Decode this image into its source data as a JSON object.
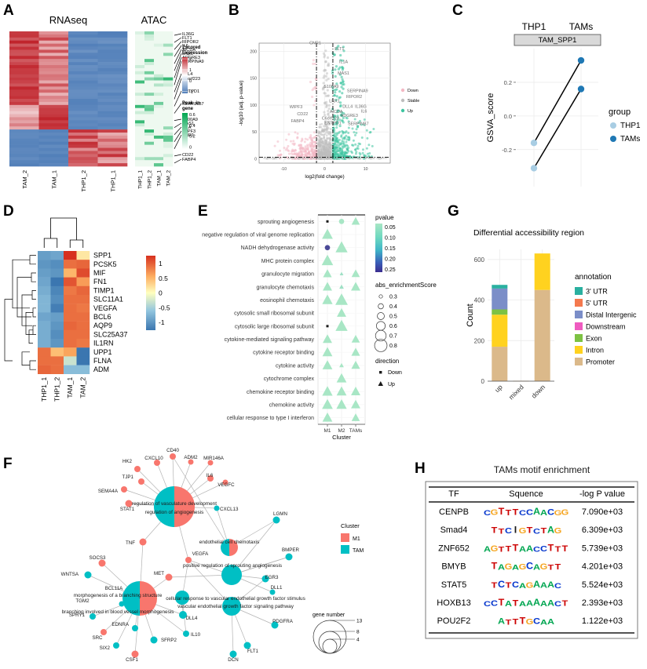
{
  "figure": {
    "panels": [
      "A",
      "B",
      "C",
      "D",
      "E",
      "F",
      "G",
      "H"
    ]
  },
  "panelA": {
    "label": "A",
    "title_rnaseq": "RNAseq",
    "title_atac": "ATAC",
    "rnaseq_columns": [
      "TAM_2",
      "TAM_1",
      "THP1_2",
      "THP1_1"
    ],
    "atac_columns": [
      "THP1_1",
      "THP1_2",
      "TAM_1",
      "TAM_2"
    ],
    "gene_labels": [
      "IL36G",
      "FLT1",
      "RIPOR2",
      "IL6",
      "AICDA",
      "LNX1",
      "ADGRE3",
      "SERPINA9",
      "DLL4",
      "C6orf223",
      "ENTPD1",
      "SERPINB7",
      "S100A9",
      "MAS1",
      "IL1A",
      "WIPF3",
      "CNR1",
      "CD22",
      "FABP4"
    ],
    "legend1_title_l1": "Zscored",
    "legend1_title_l2": "Expression",
    "legend1_ticks": [
      "2",
      "1",
      "0",
      "-1"
    ],
    "legend2_title_l1": "Peak_in",
    "legend2_title_l2": "gene",
    "legend2_ticks": [
      "0.6",
      "0.4",
      "0.2",
      "0"
    ],
    "colors": {
      "high": "#c0242c",
      "mid": "#ffffff",
      "low": "#4878b5",
      "peak_high": "#00a651",
      "peak_low": "#f2faf2"
    }
  },
  "panelB": {
    "label": "B",
    "xlabel": "log2(fold change)",
    "ylabel": "-log10 (adj. p-value)",
    "xticks": [
      "-10",
      "0",
      "10"
    ],
    "yticks": [
      "0",
      "50",
      "100",
      "150",
      "200"
    ],
    "legend_title": "",
    "legend_items": [
      "Down",
      "Stable",
      "Up"
    ],
    "colors": {
      "down": "#f3b8c4",
      "stable": "#bdbdbd",
      "up": "#3ec4a0"
    },
    "gene_labels_left": [
      "CNR1",
      "WIPF3",
      "CD22",
      "FABP4"
    ],
    "gene_labels_right": [
      "FLT1",
      "IL1A",
      "MAS1",
      "S100A9",
      "SERPINA9",
      "RIPOR2",
      "LNX1",
      "DLL4",
      "IL36G",
      "IL6",
      "AICDA",
      "ADGRE3",
      "C6orf223",
      "ENTPD1",
      "SERPINB7"
    ]
  },
  "panelC": {
    "label": "C",
    "group_headers": [
      "THP1",
      "TAMs"
    ],
    "facet_label": "TAM_SPP1",
    "ylabel": "GSVA_score",
    "yticks": [
      "0.2",
      "0.0",
      "-0.2"
    ],
    "legend_title": "group",
    "legend_items": [
      "THP1",
      "TAMs"
    ],
    "colors": {
      "thp1": "#a8cde3",
      "tams": "#1f78b4"
    },
    "points": [
      {
        "group": "THP1",
        "value": -0.16
      },
      {
        "group": "THP1",
        "value": -0.31
      },
      {
        "group": "TAMs",
        "value": 0.33
      },
      {
        "group": "TAMs",
        "value": 0.16
      }
    ]
  },
  "panelD": {
    "label": "D",
    "columns": [
      "THP1_1",
      "THP1_2",
      "TAM_1",
      "TAM_2"
    ],
    "rows": [
      "SPP1",
      "PCSK5",
      "MIF",
      "FN1",
      "TIMP1",
      "SLC11A1",
      "VEGFA",
      "BCL6",
      "AQP9",
      "SLC25A37",
      "IL1RN",
      "UPP1",
      "FLNA",
      "ADM"
    ],
    "legend_ticks": [
      "1",
      "0.5",
      "0",
      "-0.5",
      "-1"
    ],
    "matrix": [
      [
        -0.75,
        -0.7,
        1.35,
        0.15
      ],
      [
        -0.8,
        -0.85,
        0.85,
        0.9
      ],
      [
        -0.75,
        -0.8,
        0.45,
        1.05
      ],
      [
        -0.7,
        -1.0,
        1.0,
        0.6
      ],
      [
        -0.65,
        -0.9,
        0.8,
        0.9
      ],
      [
        -0.6,
        -0.85,
        0.85,
        0.85
      ],
      [
        -0.6,
        -0.95,
        0.85,
        0.8
      ],
      [
        -0.7,
        -0.75,
        0.85,
        0.85
      ],
      [
        -0.65,
        -0.8,
        0.9,
        0.85
      ],
      [
        -0.65,
        -0.85,
        0.85,
        0.85
      ],
      [
        -0.65,
        -0.8,
        0.85,
        0.8
      ],
      [
        0.85,
        0.4,
        0.55,
        -1.0
      ],
      [
        0.85,
        0.85,
        -0.25,
        -1.0
      ],
      [
        0.9,
        0.85,
        -0.55,
        -0.55
      ]
    ]
  },
  "panelE": {
    "label": "E",
    "xlabel": "Cluster",
    "xticks": [
      "M1",
      "M2",
      "TAMs"
    ],
    "terms": [
      "sprouting angiogenesis",
      "negative regulation of viral genome replication",
      "NADH dehydrogenase activity",
      "MHC protein complex",
      "granulocyte migration",
      "granulocyte chemotaxis",
      "eosinophil chemotaxis",
      "cytosolic small ribosomal subunit",
      "cytosolic large ribosomal subunit",
      "cytokine-mediated signaling pathway",
      "cytokine receptor binding",
      "cytokine activity",
      "cytochrome complex",
      "chemokine receptor binding",
      "chemokine activity",
      "cellular response to type I interferon"
    ],
    "legend_pvalue_title": "pvalue",
    "legend_pvalue_ticks": [
      "0.05",
      "0.10",
      "0.15",
      "0.20",
      "0.25"
    ],
    "legend_size_title": "abs_enrichmentScore",
    "legend_size_ticks": [
      "0.3",
      "0.4",
      "0.5",
      "0.6",
      "0.7",
      "0.8"
    ],
    "legend_dir_title": "direction",
    "legend_dir_items": [
      "Down",
      "Up"
    ],
    "dots": [
      {
        "term": 0,
        "x": 0,
        "size": 0.3,
        "p": 0.05,
        "dir": "Down"
      },
      {
        "term": 0,
        "x": 1,
        "size": 0.42,
        "p": 0.06,
        "dir": "Down"
      },
      {
        "term": 0,
        "x": 2,
        "size": 0.5,
        "p": 0.05,
        "dir": "Up"
      },
      {
        "term": 1,
        "x": 0,
        "size": 0.62,
        "p": 0.05,
        "dir": "Up"
      },
      {
        "term": 2,
        "x": 0,
        "size": 0.42,
        "p": 0.22,
        "dir": "Down"
      },
      {
        "term": 2,
        "x": 1,
        "size": 0.68,
        "p": 0.05,
        "dir": "Up"
      },
      {
        "term": 3,
        "x": 0,
        "size": 0.65,
        "p": 0.05,
        "dir": "Up"
      },
      {
        "term": 4,
        "x": 0,
        "size": 0.52,
        "p": 0.05,
        "dir": "Up"
      },
      {
        "term": 4,
        "x": 1,
        "size": 0.28,
        "p": 0.07,
        "dir": "Up"
      },
      {
        "term": 4,
        "x": 2,
        "size": 0.5,
        "p": 0.05,
        "dir": "Up"
      },
      {
        "term": 5,
        "x": 0,
        "size": 0.55,
        "p": 0.05,
        "dir": "Up"
      },
      {
        "term": 5,
        "x": 1,
        "size": 0.32,
        "p": 0.07,
        "dir": "Up"
      },
      {
        "term": 5,
        "x": 2,
        "size": 0.55,
        "p": 0.05,
        "dir": "Up"
      },
      {
        "term": 6,
        "x": 0,
        "size": 0.6,
        "p": 0.05,
        "dir": "Up"
      },
      {
        "term": 6,
        "x": 1,
        "size": 0.7,
        "p": 0.05,
        "dir": "Up"
      },
      {
        "term": 7,
        "x": 1,
        "size": 0.55,
        "p": 0.05,
        "dir": "Up"
      },
      {
        "term": 8,
        "x": 0,
        "size": 0.33,
        "p": 0.08,
        "dir": "Down"
      },
      {
        "term": 8,
        "x": 1,
        "size": 0.68,
        "p": 0.05,
        "dir": "Up"
      },
      {
        "term": 9,
        "x": 0,
        "size": 0.55,
        "p": 0.05,
        "dir": "Up"
      },
      {
        "term": 9,
        "x": 2,
        "size": 0.5,
        "p": 0.05,
        "dir": "Up"
      },
      {
        "term": 10,
        "x": 0,
        "size": 0.58,
        "p": 0.05,
        "dir": "Up"
      },
      {
        "term": 10,
        "x": 2,
        "size": 0.52,
        "p": 0.05,
        "dir": "Up"
      },
      {
        "term": 11,
        "x": 0,
        "size": 0.58,
        "p": 0.05,
        "dir": "Up"
      },
      {
        "term": 11,
        "x": 1,
        "size": 0.32,
        "p": 0.06,
        "dir": "Up"
      },
      {
        "term": 11,
        "x": 2,
        "size": 0.52,
        "p": 0.05,
        "dir": "Up"
      },
      {
        "term": 12,
        "x": 1,
        "size": 0.58,
        "p": 0.05,
        "dir": "Up"
      },
      {
        "term": 13,
        "x": 0,
        "size": 0.6,
        "p": 0.05,
        "dir": "Up"
      },
      {
        "term": 13,
        "x": 1,
        "size": 0.58,
        "p": 0.05,
        "dir": "Up"
      },
      {
        "term": 13,
        "x": 2,
        "size": 0.55,
        "p": 0.05,
        "dir": "Up"
      },
      {
        "term": 14,
        "x": 0,
        "size": 0.62,
        "p": 0.05,
        "dir": "Up"
      },
      {
        "term": 14,
        "x": 1,
        "size": 0.6,
        "p": 0.05,
        "dir": "Up"
      },
      {
        "term": 14,
        "x": 2,
        "size": 0.55,
        "p": 0.05,
        "dir": "Up"
      },
      {
        "term": 15,
        "x": 0,
        "size": 0.58,
        "p": 0.05,
        "dir": "Up"
      },
      {
        "term": 15,
        "x": 2,
        "size": 0.5,
        "p": 0.05,
        "dir": "Up"
      }
    ]
  },
  "panelF": {
    "label": "F",
    "legend_title": "Cluster",
    "legend_items": [
      "M1",
      "TAM"
    ],
    "colors": {
      "m1": "#f8766d",
      "tam": "#00bfc4"
    },
    "size_legend_title": "gene number",
    "size_legend_ticks": [
      "13",
      "8",
      "4"
    ],
    "hub_terms": [
      "regulation of vasculature development",
      "regulation of angiogenesis",
      "endothelial cell chemotaxis",
      "positive regulation of sprouting angiogenesis",
      "morphogenesis of a branching structure",
      "branching involved in blood vessel morphogenesis",
      "cellular response to vascular endothelial growth factor stimulus",
      "vascular endothelial growth factor signaling pathway"
    ],
    "genes": [
      "HK2",
      "CXCL10",
      "CD40",
      "ADM2",
      "MIR146A",
      "IL6",
      "VEGFC",
      "TJP1",
      "SEMA4A",
      "STAT1",
      "CXCL13",
      "LGMN",
      "TNF",
      "VEGFA",
      "BMPER",
      "SOCS3",
      "WNT5A",
      "MET",
      "EGR3",
      "BCL11A",
      "TGM2",
      "DLL1",
      "SPRY1",
      "DLL4",
      "PDGFRA",
      "SRC",
      "EDNRA",
      "IL10",
      "SIX2",
      "SFRP2",
      "FLT1",
      "CSF1",
      "DCN"
    ]
  },
  "panelG": {
    "label": "G",
    "title": "Differential accessibility region",
    "ylabel": "Count",
    "yticks": [
      "0",
      "200",
      "400",
      "600"
    ],
    "xticks": [
      "up",
      "mixed",
      "down"
    ],
    "legend_title": "annotation",
    "legend_items": [
      "3' UTR",
      "5' UTR",
      "Distal Intergenic",
      "Downstream",
      "Exon",
      "Intron",
      "Promoter"
    ],
    "colors": {
      "3' UTR": "#2ab0a0",
      "5' UTR": "#f4794e",
      "Distal Intergenic": "#7b8ec8",
      "Downstream": "#ef5bc0",
      "Exon": "#7dc243",
      "Intron": "#ffd21f",
      "Promoter": "#dbb98a"
    },
    "chart_data": {
      "type": "bar",
      "title": "Differential accessibility region",
      "xlabel": "",
      "ylabel": "Count",
      "ylim": [
        0,
        650
      ],
      "categories": [
        "up",
        "mixed",
        "down"
      ],
      "stack_order": [
        "Promoter",
        "Intron",
        "Exon",
        "Distal Intergenic",
        "5' UTR",
        "3' UTR"
      ],
      "series": [
        {
          "name": "Promoter",
          "values": [
            170,
            2,
            450
          ]
        },
        {
          "name": "Intron",
          "values": [
            158,
            0,
            180
          ]
        },
        {
          "name": "Exon",
          "values": [
            26,
            0,
            0
          ]
        },
        {
          "name": "Distal Intergenic",
          "values": [
            103,
            0,
            0
          ]
        },
        {
          "name": "5' UTR",
          "values": [
            0,
            0,
            0
          ]
        },
        {
          "name": "3' UTR",
          "values": [
            18,
            0,
            0
          ]
        }
      ],
      "totals": [
        475,
        2,
        630
      ]
    }
  },
  "panelH": {
    "label": "H",
    "title": "TAMs motif enrichment",
    "columns": [
      "TF",
      "Squence",
      "-log P value"
    ],
    "rows": [
      {
        "tf": "CENPB",
        "sequence": "CGTTTCCAACGG",
        "pvalue": "7.090e+03"
      },
      {
        "tf": "Smad4",
        "sequence": "TTCIGTCTAG",
        "pvalue": "6.309e+03"
      },
      {
        "tf": "ZNF652",
        "sequence": "AGTTTAACCTTT",
        "pvalue": "5.739e+03"
      },
      {
        "tf": "BMYB",
        "sequence": "TAGAGCAGTT",
        "pvalue": "4.201e+03"
      },
      {
        "tf": "STAT5",
        "sequence": "TCTCAGAAAC",
        "pvalue": "5.524e+03"
      },
      {
        "tf": "HOXB13",
        "sequence": "CCTATAAAAACT",
        "pvalue": "2.393e+03"
      },
      {
        "tf": "POU2F2",
        "sequence": "ATTTGCAA",
        "pvalue": "1.122e+03"
      }
    ],
    "base_colors": {
      "A": "#00a651",
      "C": "#0033cc",
      "G": "#f5a623",
      "T": "#cc0000"
    }
  }
}
